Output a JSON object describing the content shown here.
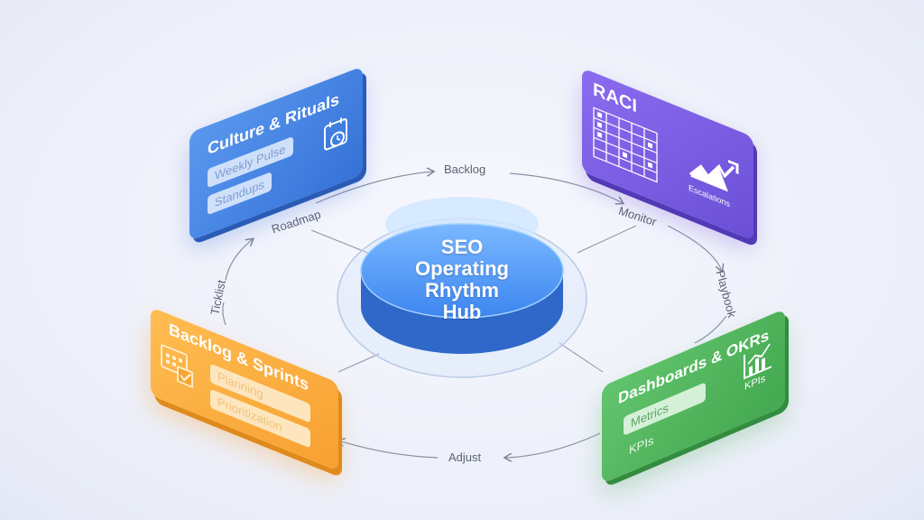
{
  "hub": {
    "line1": "SEO",
    "line2": "Operating",
    "line3": "Rhythm",
    "line4": "Hub"
  },
  "cards": {
    "culture": {
      "title": "Culture & Rituals",
      "items": [
        "Weekly Pulse",
        "Standups"
      ],
      "color": "#3f7fe0"
    },
    "raci": {
      "title": "RACI",
      "caption": "Escalations",
      "color": "#7b5fe0"
    },
    "backlog": {
      "title": "Backlog & Sprints",
      "items": [
        "Planning",
        "Prioritization"
      ],
      "color": "#f7a534"
    },
    "dashboards": {
      "title": "Dashboards & OKRs",
      "items": [
        "Metrics",
        "KPIs"
      ],
      "caption": "KPIs",
      "color": "#4db35a"
    }
  },
  "cycle_labels": {
    "top": "Backlog",
    "top_left": "Roadmap",
    "top_right": "Monitor",
    "left": "Ticklist",
    "right": "Playbook",
    "bottom": "Adjust"
  }
}
